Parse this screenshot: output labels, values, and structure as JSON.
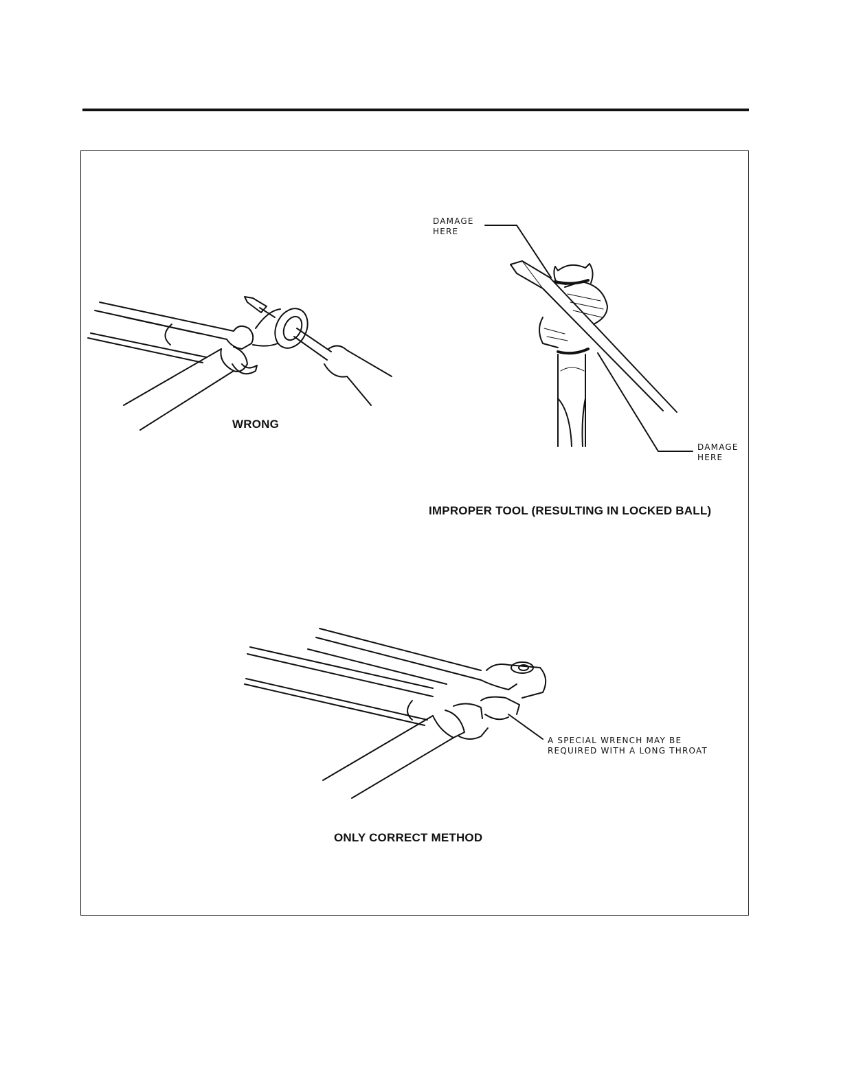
{
  "figure": {
    "wrong": {
      "caption": "WRONG"
    },
    "improper_tool": {
      "caption": "IMPROPER TOOL (RESULTING IN LOCKED BALL)",
      "callout_top": {
        "line1": "DAMAGE",
        "line2": "HERE"
      },
      "callout_bottom": {
        "line1": "DAMAGE",
        "line2": "HERE"
      }
    },
    "correct": {
      "caption": "ONLY CORRECT METHOD",
      "callout": {
        "line1": "A SPECIAL WRENCH MAY BE",
        "line2": "REQUIRED WITH A LONG THROAT"
      }
    }
  },
  "colors": {
    "ink": "#111111",
    "paper": "#ffffff"
  }
}
